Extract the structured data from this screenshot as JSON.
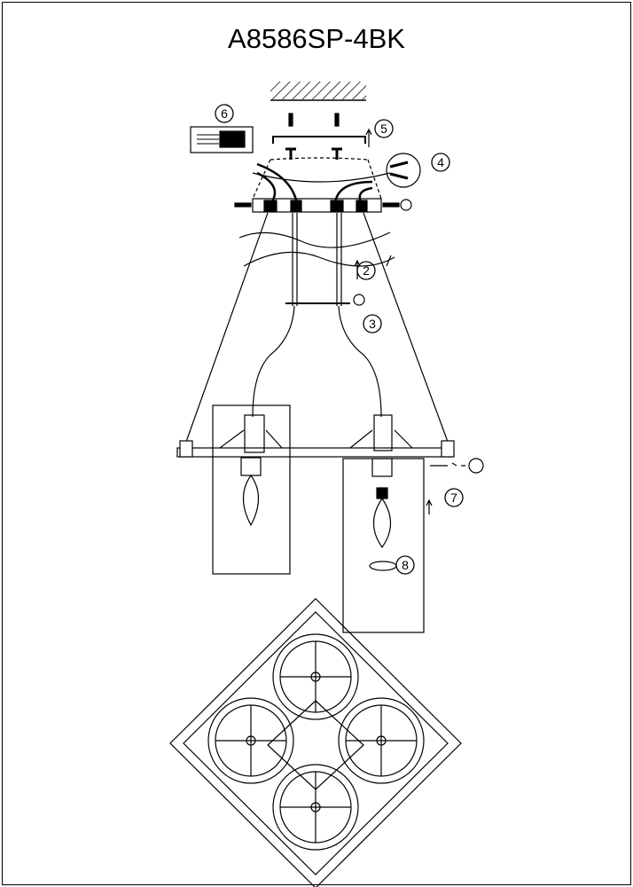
{
  "title": "A8586SP-4BK",
  "steps": {
    "s2": "2",
    "s3": "3",
    "s4": "4",
    "s5": "5",
    "s6": "6",
    "s7": "7",
    "s8": "8"
  },
  "colors": {
    "line": "#000000",
    "background": "#ffffff"
  }
}
